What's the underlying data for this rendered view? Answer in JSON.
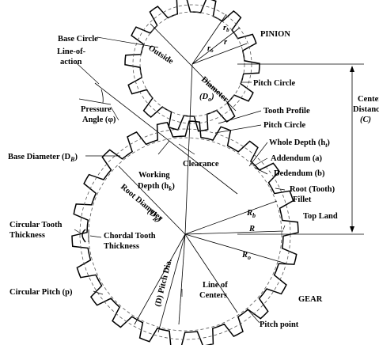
{
  "labels": {
    "base_circle": "Base Circle",
    "line_of_action_1": "Line-of-",
    "line_of_action_2": "action",
    "pressure_angle_1": "Pressure",
    "pressure_angle_2": "Angle (φ)",
    "base_diameter": "Base Diameter (D",
    "base_diameter_sub": "B",
    "base_diameter_end": ")",
    "circular_tooth_1": "Circular Tooth",
    "circular_tooth_2": "Thickness",
    "chordal_1": "Chordal Tooth",
    "chordal_2": "Thickness",
    "circular_pitch": "Circular Pitch (p)",
    "outside": "Outside",
    "diameter": "Diameter",
    "d_o": "(D",
    "d_o_sub": "o",
    "d_o_end": ")",
    "pinion": "PINION",
    "pitch_circle_1": "Pitch Circle",
    "center_1": "Center",
    "center_2": "Distance",
    "center_3": "(C)",
    "tooth_profile": "Tooth Profile",
    "pitch_circle_2": "Pitch Circle",
    "whole_depth": "Whole Depth (h",
    "whole_depth_sub": "t",
    "whole_depth_end": ")",
    "addendum": "Addendum (a)",
    "dedendum": "Dedendum (b)",
    "root_fillet_1": "Root (Tooth)",
    "root_fillet_2": "Fillet",
    "top_land": "Top Land",
    "working_1": "Working",
    "working_2": "Depth (h",
    "working_sub": "k",
    "working_end": ")",
    "clearance": "Clearance",
    "root_diameter": "Root Diameter",
    "d_r": "(D",
    "d_r_sub": "R",
    "d_r_end": ")",
    "pitch_dia": "(D) Pitch Dia.",
    "line_centers_1": "Line of",
    "line_centers_2": "Centers",
    "gear": "GEAR",
    "pitch_point": "Pitch point",
    "rb_small": "r",
    "rb_small_sub": "b",
    "r_small": "r",
    "ro_small": "r",
    "ro_small_sub": "o",
    "R_b": "R",
    "R_b_sub": "b",
    "R": "R",
    "R_o": "R",
    "R_o_sub": "o"
  },
  "pinion": {
    "teeth": 14
  },
  "gear": {
    "teeth": 22
  }
}
